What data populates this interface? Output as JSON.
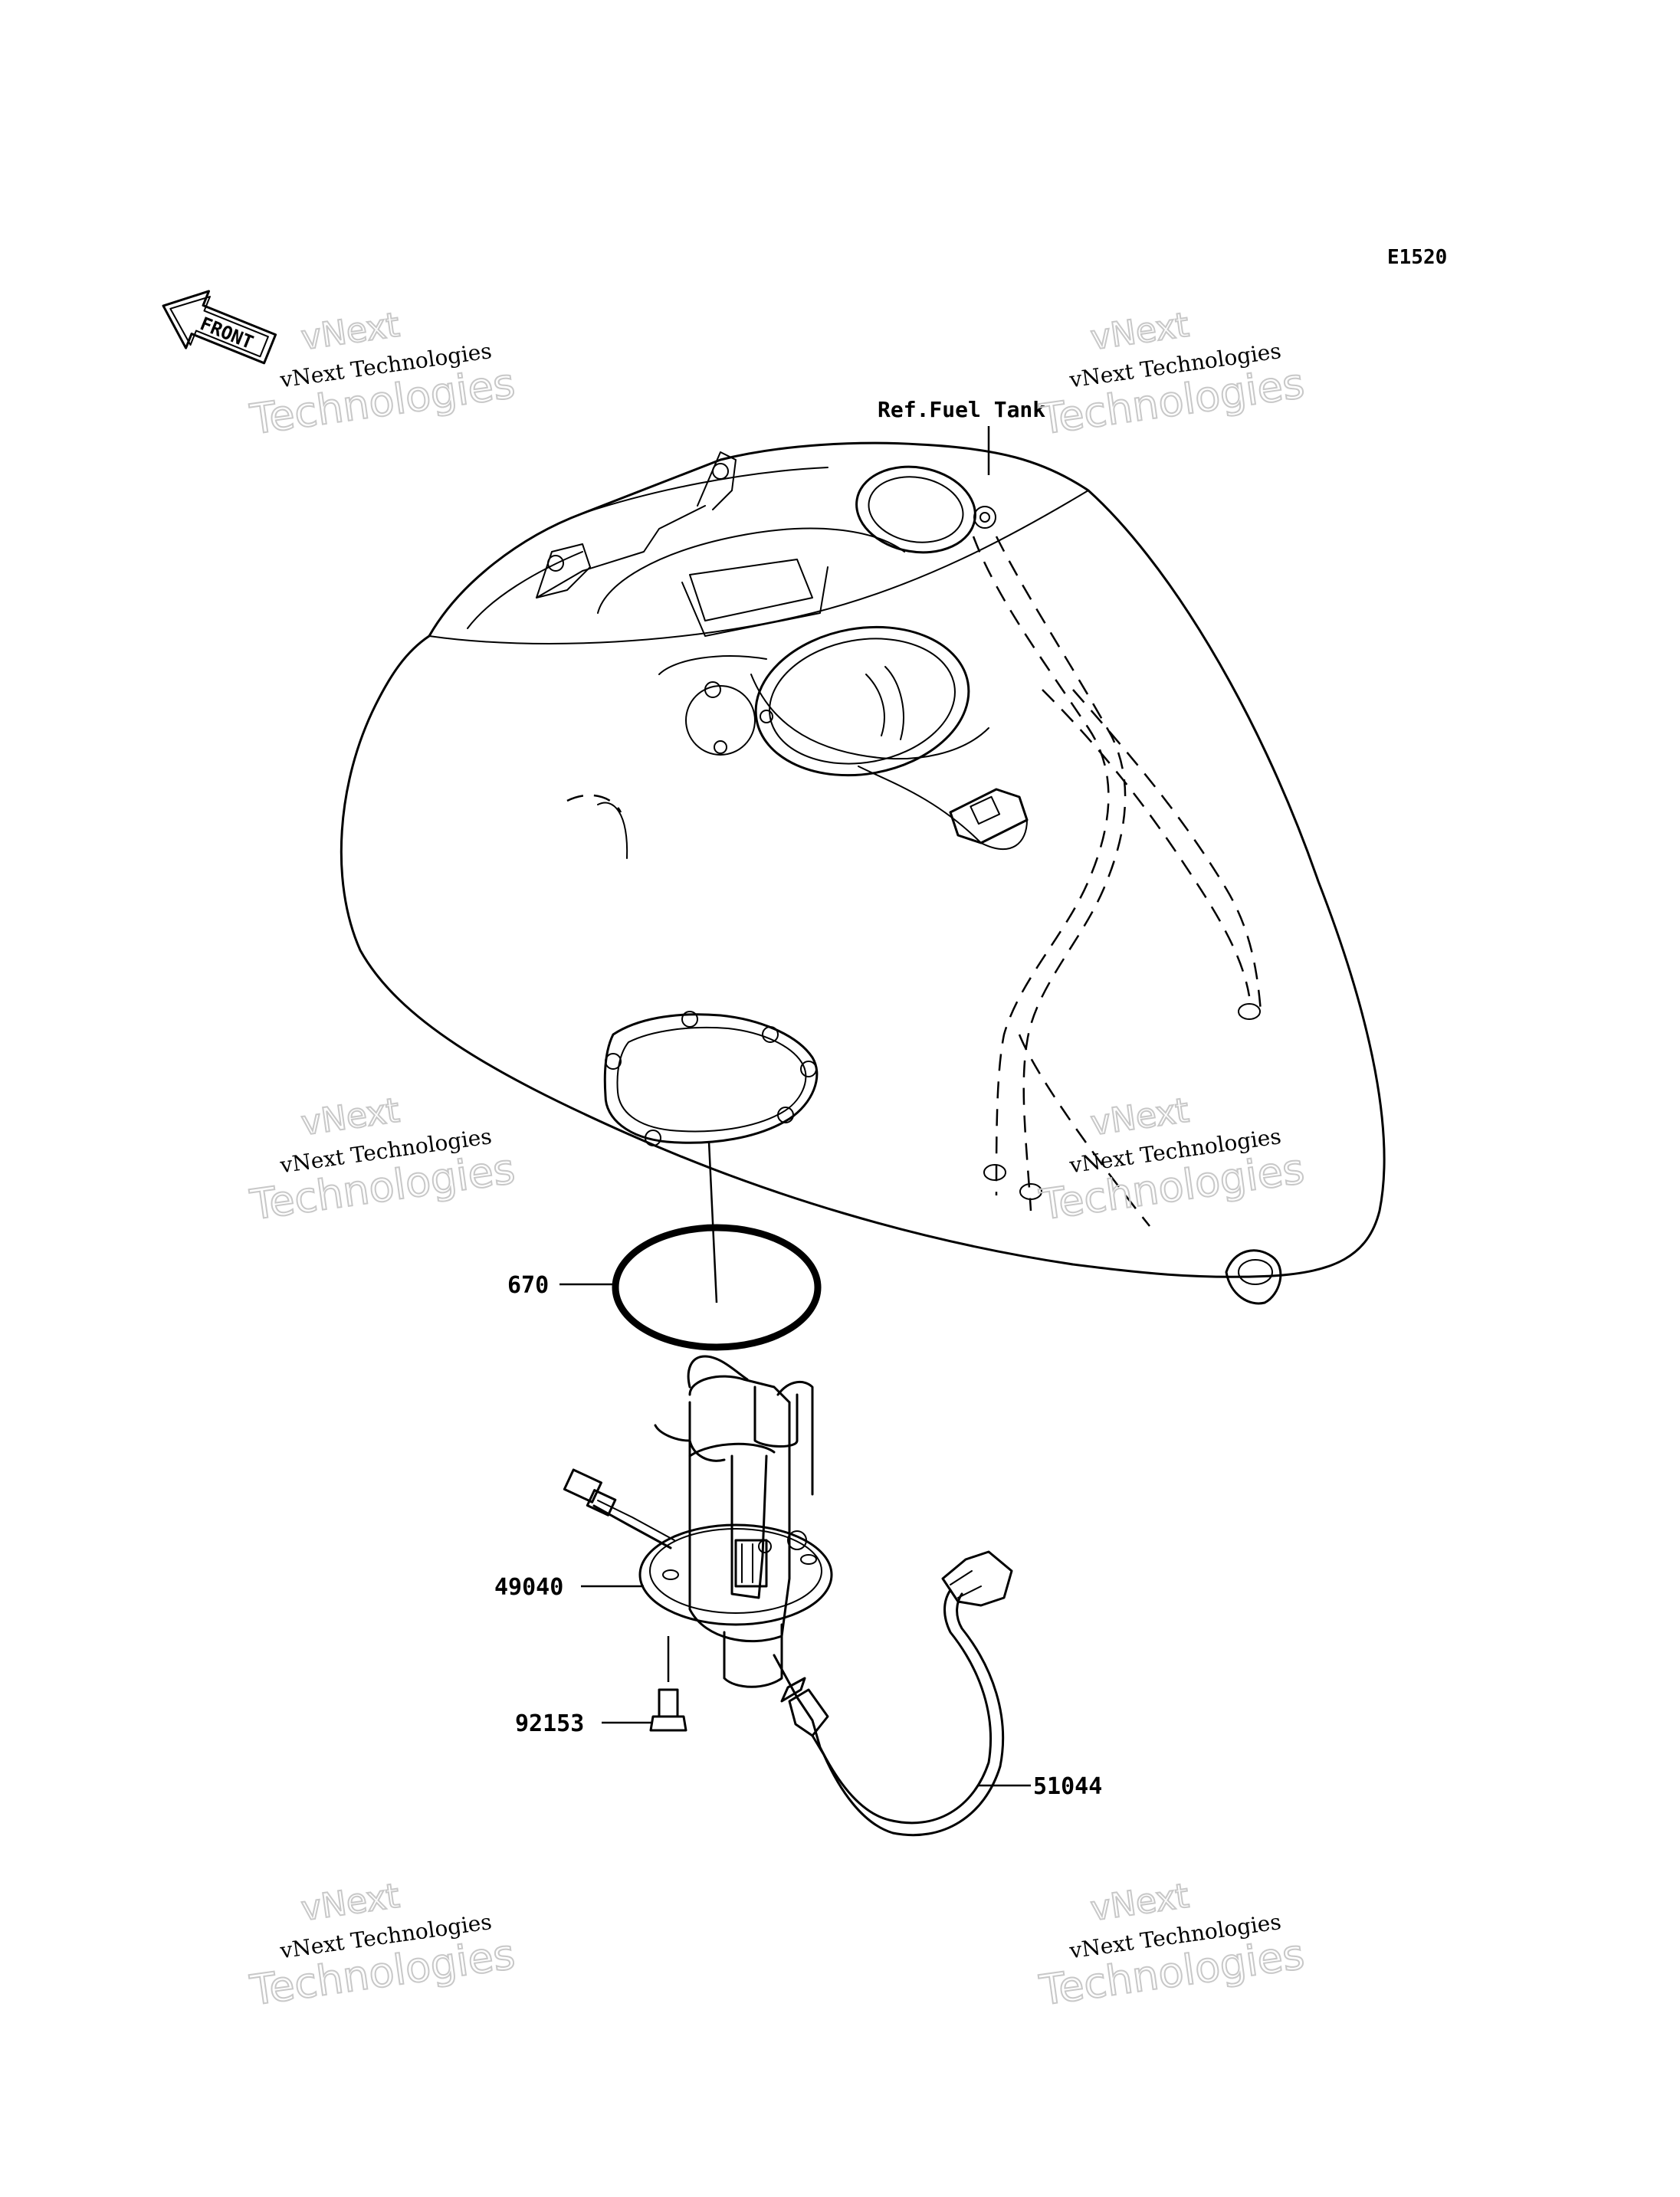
{
  "diagram": {
    "code": "E1520",
    "front_label": "FRONT",
    "ref_label": "Ref.Fuel Tank",
    "parts": [
      {
        "id": "670"
      },
      {
        "id": "49040"
      },
      {
        "id": "92153"
      },
      {
        "id": "51044"
      }
    ]
  },
  "watermark": {
    "line1": "vNext Technologies",
    "line2": "vNext",
    "line3": "Technologies"
  }
}
